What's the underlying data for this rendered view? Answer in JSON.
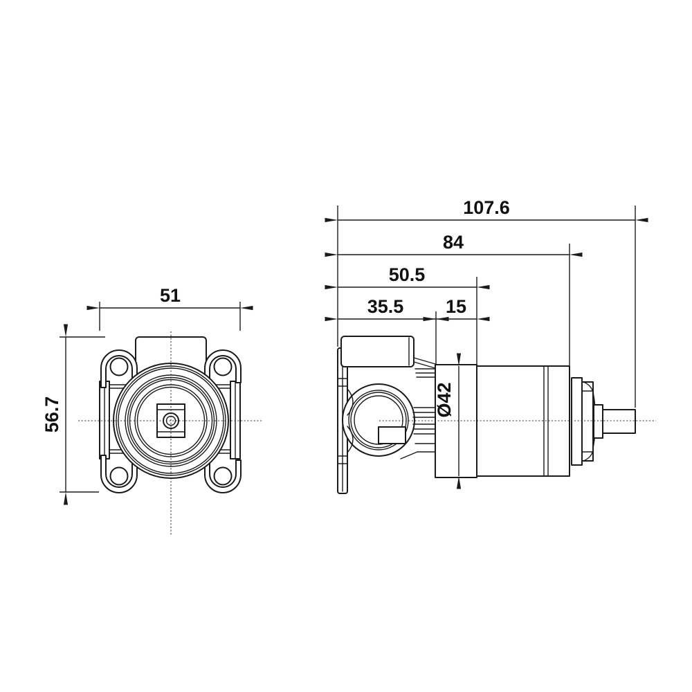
{
  "drawing": {
    "colors": {
      "background": "#ffffff",
      "line": "#1a1a1a"
    },
    "front_view": {
      "dimensions": {
        "width": "51",
        "height": "56.7"
      }
    },
    "side_view": {
      "dimensions": {
        "overall_depth": "107.6",
        "depth_to_cartridge": "84",
        "depth_to_body_front": "50.5",
        "plate_to_body": "35.5",
        "body_front_section": "15",
        "body_diameter": "Ø42"
      }
    }
  }
}
